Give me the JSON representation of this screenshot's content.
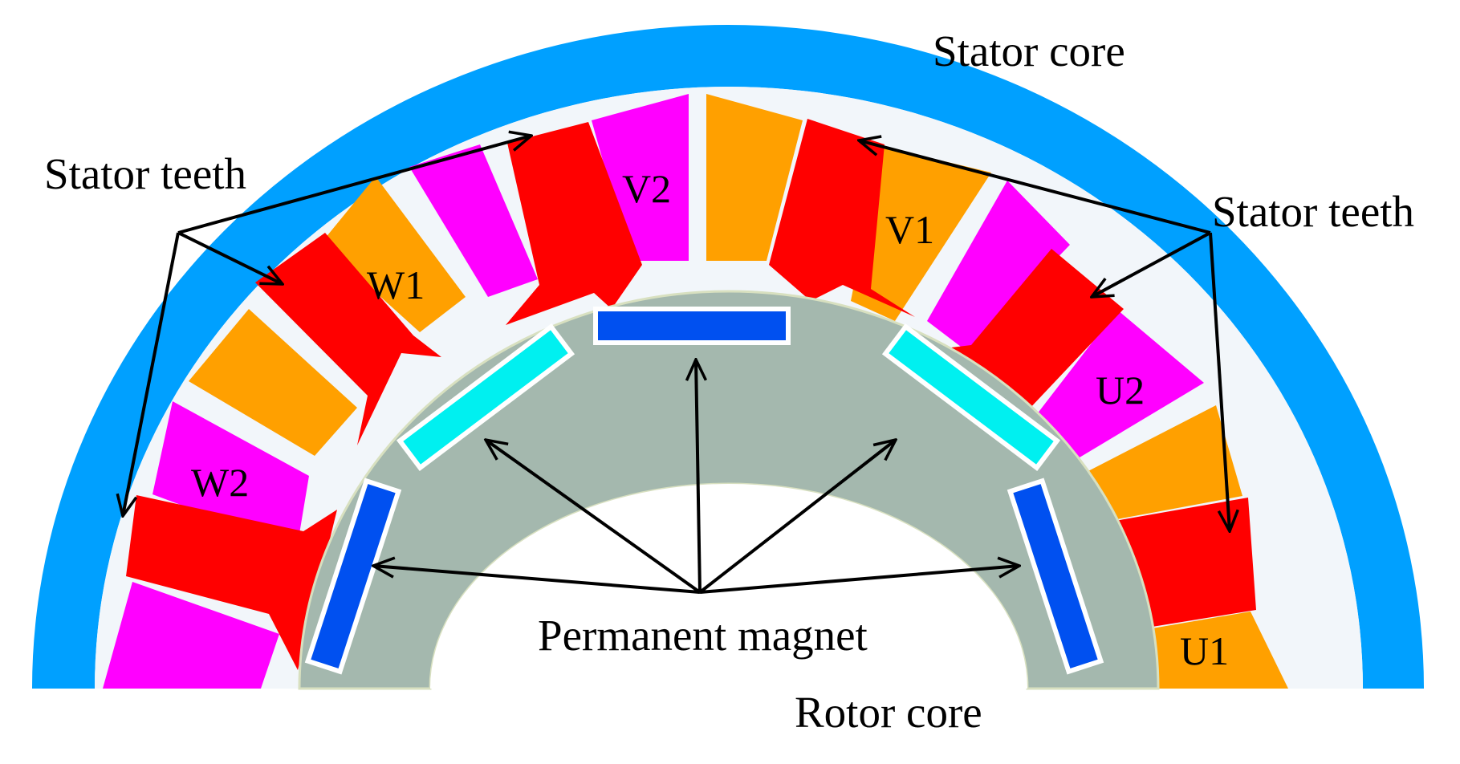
{
  "labels": {
    "stator_core": "Stator core",
    "stator_teeth_left": "Stator teeth",
    "stator_teeth_right": "Stator teeth",
    "permanent_magnet": "Permanent magnet",
    "rotor_core": "Rotor core"
  },
  "slot_coil_labels": [
    "U1",
    "U2",
    "V1",
    "V2",
    "W1",
    "W2"
  ],
  "colors": {
    "stator_core": "#00A0FF",
    "background_fill": "#F2F6FA",
    "tooth": "#FF0000",
    "coil_phase_orange": "#FFA000",
    "coil_phase_magenta": "#FF00FF",
    "rotor_core": "#A4B8AE",
    "magnet_radial": "#0050F0",
    "magnet_diagonal": "#00F0F0",
    "arrow": "#000000"
  }
}
